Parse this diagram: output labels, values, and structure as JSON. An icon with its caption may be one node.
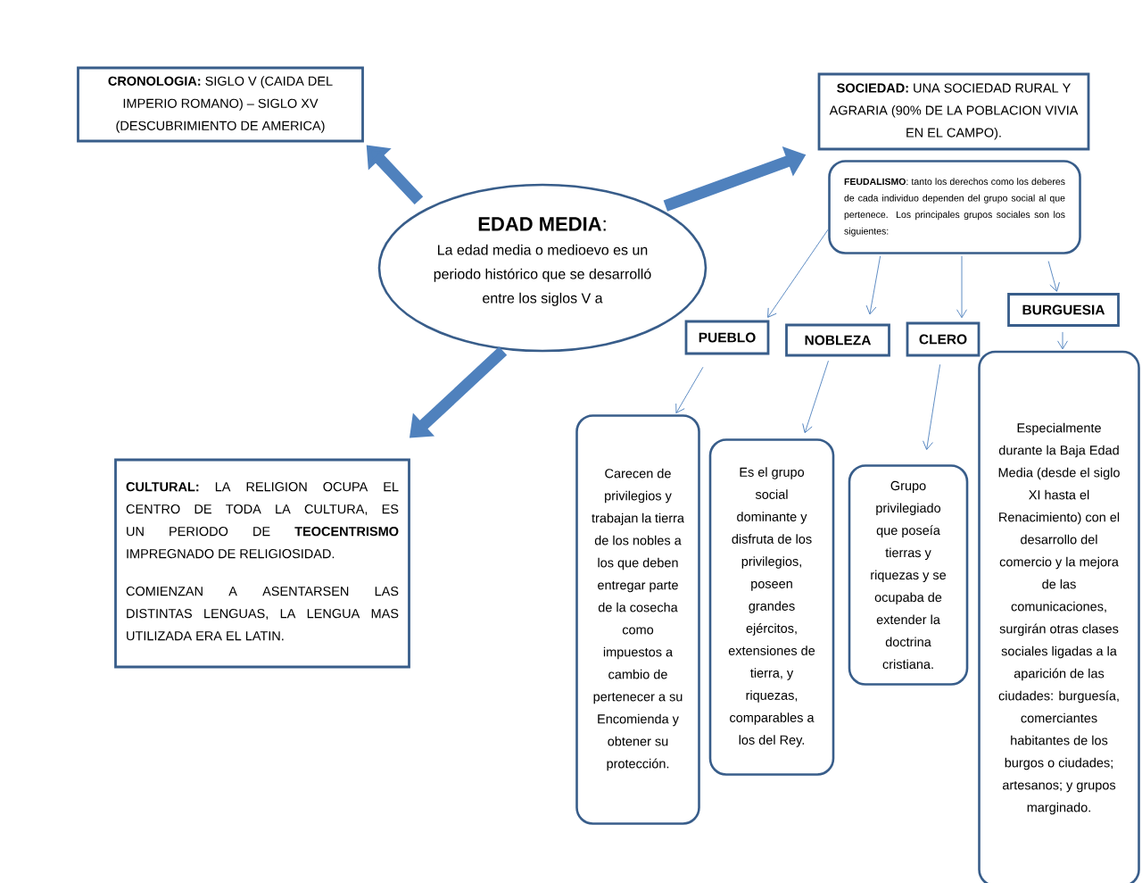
{
  "diagram": {
    "nodes": [
      {
        "text": [
          "**EDAD MEDIA**:",
          "La edad media o medioevo es un periodo histórico que se desarrolló entre los siglos V a"
        ]
      },
      {
        "text": [
          "**CRONOLOGIA:** SIGLO V (CAIDA DEL IMPERIO ROMANO) – SIGLO XV (DESCUBRIMIENTO DE AMERICA)"
        ]
      },
      {
        "text": [
          "**SOCIEDAD:** UNA SOCIEDAD RURAL Y AGRARIA (90% DE LA POBLACION VIVIA EN EL CAMPO)."
        ]
      },
      {
        "text": [
          "**FEUDALISMO**: tanto los derechos como los deberes de cada individuo dependen del grupo social al que pertenece. Los principales grupos sociales son los siguientes:"
        ]
      },
      {
        "text": [
          "**CULTURAL:** LA RELIGION OCUPA EL CENTRO DE TODA LA CULTURA, ES UN PERIODO DE **TEOCENTRISMO** IMPREGNADO DE RELIGIOSIDAD.",
          "COMIENZAN A ASENTARSEN LAS DISTINTAS LENGUAS, LA LENGUA MAS UTILIZADA ERA EL LATIN."
        ]
      },
      {
        "text": [
          "PUEBLO"
        ]
      },
      {
        "text": [
          "NOBLEZA"
        ]
      },
      {
        "text": [
          "CLERO"
        ]
      },
      {
        "text": [
          "BURGUESIA"
        ]
      },
      {
        "text": [
          "Carecen de privilegios y trabajan la tierra de los nobles a los que deben entregar parte de la cosecha como impuestos a cambio de pertenecer a su Encomienda y obtener su protección."
        ]
      },
      {
        "text": [
          "Es el grupo social dominante y disfruta de los privilegios, poseen grandes ejércitos, extensiones de tierra, y riquezas, comparables a los del Rey."
        ]
      },
      {
        "text": [
          "Grupo privilegiado que poseía tierras y riquezas y se ocupaba de extender la doctrina cristiana."
        ]
      },
      {
        "text": [
          "Especialmente durante la Baja Edad Media (desde el siglo XI hasta el Renacimiento) con el desarrollo del comercio y la mejora de las comunicaciones, surgirán otras clases sociales ligadas a la aparición de las ciudades: burguesía, comerciantes habitantes de los burgos o ciudades; artesanos; y grupos marginado."
        ]
      }
    ],
    "edges": [
      {
        "from": 0,
        "to": 1,
        "arrow": "to",
        "style": "thick"
      },
      {
        "from": 0,
        "to": 2,
        "arrow": "to",
        "style": "thick"
      },
      {
        "from": 0,
        "to": 4,
        "arrow": "to",
        "style": "thick"
      },
      {
        "from": 3,
        "to": 5,
        "arrow": "to"
      },
      {
        "from": 3,
        "to": 6,
        "arrow": "to"
      },
      {
        "from": 3,
        "to": 7,
        "arrow": "to"
      },
      {
        "from": 3,
        "to": 8,
        "arrow": "to"
      },
      {
        "from": 5,
        "to": 9,
        "arrow": "to"
      },
      {
        "from": 6,
        "to": 10,
        "arrow": "to"
      },
      {
        "from": 7,
        "to": 11,
        "arrow": "to"
      },
      {
        "from": 8,
        "to": 12,
        "arrow": "to"
      }
    ]
  }
}
